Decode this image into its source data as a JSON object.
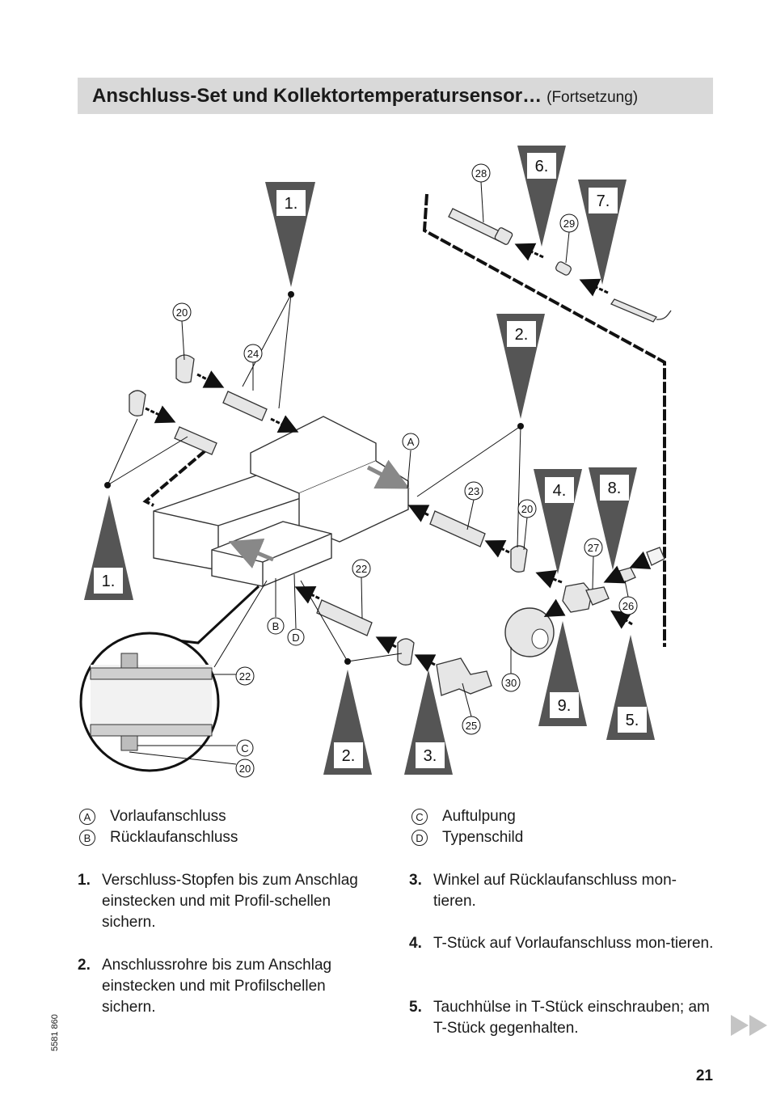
{
  "header": {
    "title": "Anschluss-Set und Kollektortemperatursensor…",
    "continuation": "(Fortsetzung)"
  },
  "figure": {
    "part_numbers": [
      "28",
      "29",
      "20",
      "24",
      "23",
      "20",
      "22",
      "27",
      "26",
      "30",
      "25",
      "22",
      "20"
    ],
    "reference_letters": [
      "A",
      "B",
      "C",
      "D"
    ],
    "step_markers": [
      "1.",
      "1.",
      "2.",
      "2.",
      "3.",
      "4.",
      "5.",
      "6.",
      "7.",
      "8.",
      "9."
    ]
  },
  "legend": {
    "left": [
      {
        "key": "A",
        "label": "Vorlaufanschluss"
      },
      {
        "key": "B",
        "label": "Rücklaufanschluss"
      }
    ],
    "right": [
      {
        "key": "C",
        "label": "Auftulpung"
      },
      {
        "key": "D",
        "label": "Typenschild"
      }
    ]
  },
  "steps": {
    "s1": {
      "num": "1.",
      "text": "Verschluss-Stopfen bis zum Anschlag einstecken und mit Profil-schellen sichern."
    },
    "s2": {
      "num": "2.",
      "text": "Anschlussrohre bis zum Anschlag einstecken und mit Profilschellen sichern."
    },
    "s3": {
      "num": "3.",
      "text": "Winkel auf Rücklaufanschluss mon-tieren."
    },
    "s4": {
      "num": "4.",
      "text": "T-Stück auf Vorlaufanschluss mon-tieren."
    },
    "s5": {
      "num": "5.",
      "text": "Tauchhülse in T-Stück einschrauben; am T-Stück gegenhalten."
    }
  },
  "footer": {
    "doc_number": "5581 860",
    "page_number": "21"
  },
  "colors": {
    "title_bg": "#d9d9d9",
    "marker": "#555555"
  }
}
